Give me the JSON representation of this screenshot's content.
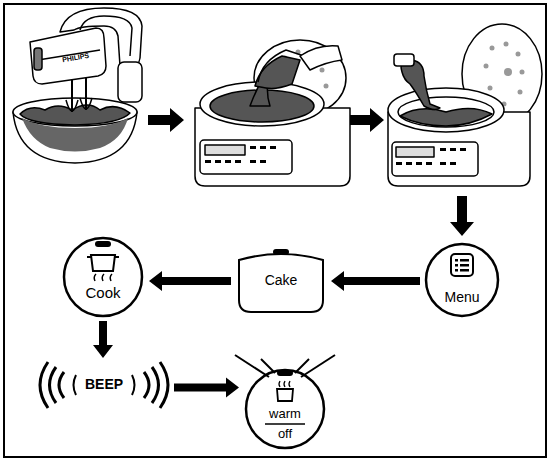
{
  "diagram": {
    "nodes": [
      {
        "text": [
          "Menu"
        ]
      },
      {
        "text": [
          "Cake"
        ]
      },
      {
        "text": [
          "Cook"
        ]
      },
      {
        "text": [
          "BEEP"
        ]
      },
      {
        "text": [
          "warm",
          "off"
        ]
      }
    ],
    "edges": [
      {
        "from": 0,
        "to": 1,
        "arrow": "to"
      },
      {
        "from": 1,
        "to": 2,
        "arrow": "to"
      },
      {
        "from": 2,
        "to": 3,
        "arrow": "to"
      },
      {
        "from": 3,
        "to": 4,
        "arrow": "to"
      }
    ],
    "labels": [
      "PHILIPS"
    ]
  }
}
